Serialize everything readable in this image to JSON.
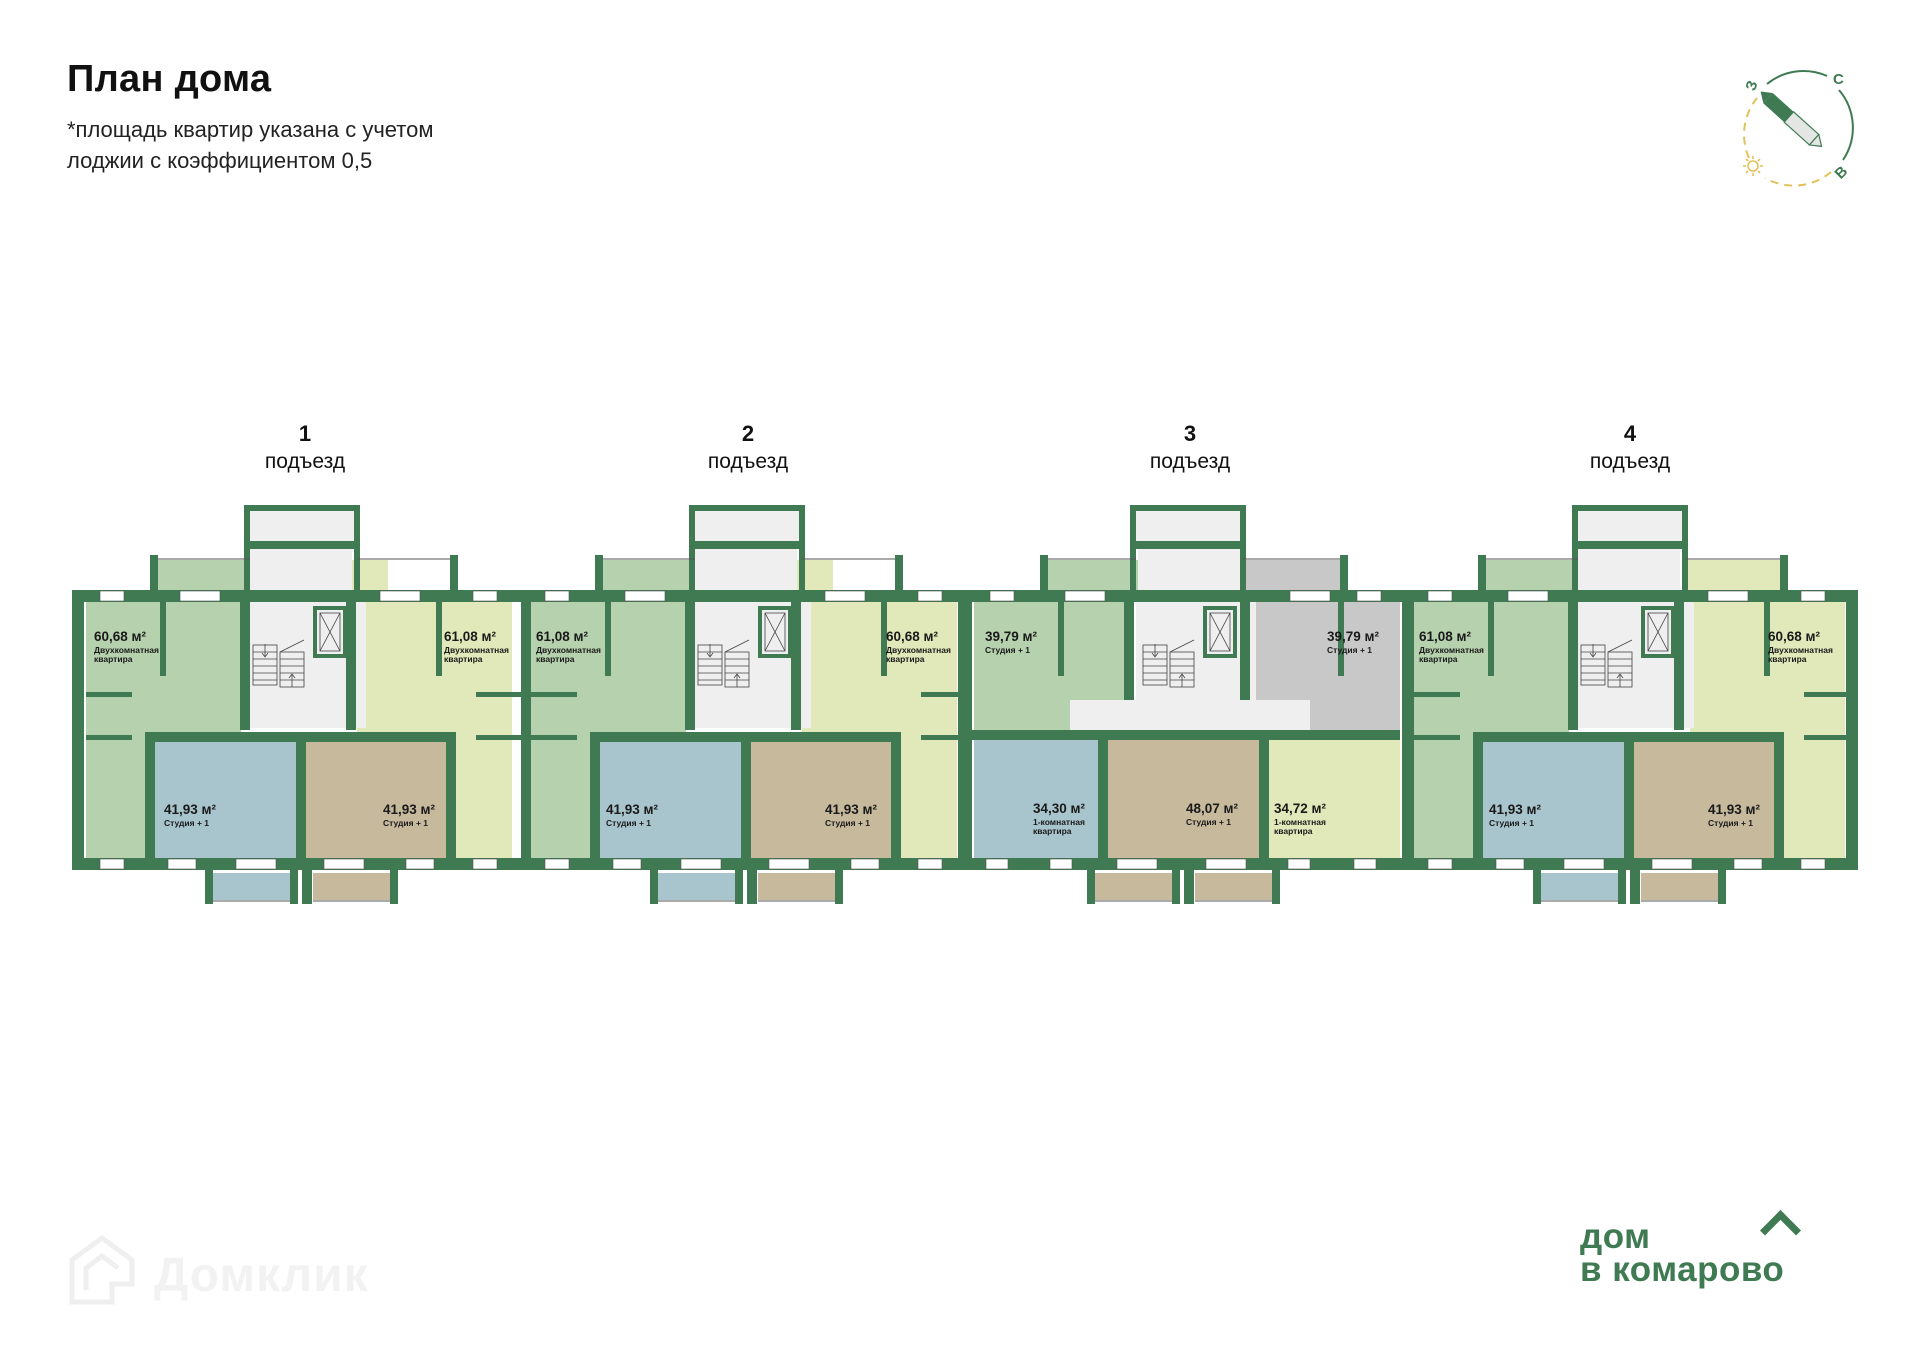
{
  "header": {
    "title": "План дома",
    "subtitle_line1": "*площадь квартир указана с учетом",
    "subtitle_line2": "лоджии с коэффициентом 0,5"
  },
  "compass": {
    "north": "С",
    "west": "З",
    "east": "В",
    "sun_icon": "sun-icon"
  },
  "colors": {
    "wall": "#3f7a52",
    "common_area": "#efefef",
    "apt_green": "#b5d1ad",
    "apt_yellow": "#e1e8b9",
    "apt_blue": "#a8c4cc",
    "apt_tan": "#c6b99c",
    "apt_gray": "#c8c8c8",
    "logo_green": "#3f7a52",
    "sun_yellow": "#e3c15a"
  },
  "entrances": [
    {
      "number": "1",
      "label": "подъезд",
      "apartments": [
        {
          "area": "60,68 м²",
          "type": "Двухкомнатная квартира",
          "color": "green"
        },
        {
          "area": "61,08 м²",
          "type": "Двухкомнатная квартира",
          "color": "yellow"
        },
        {
          "area": "41,93 м²",
          "type": "Студия + 1",
          "color": "blue"
        },
        {
          "area": "41,93 м²",
          "type": "Студия + 1",
          "color": "tan"
        }
      ]
    },
    {
      "number": "2",
      "label": "подъезд",
      "apartments": [
        {
          "area": "61,08 м²",
          "type": "Двухкомнатная квартира",
          "color": "green"
        },
        {
          "area": "60,68 м²",
          "type": "Двухкомнатная квартира",
          "color": "yellow"
        },
        {
          "area": "41,93 м²",
          "type": "Студия + 1",
          "color": "blue"
        },
        {
          "area": "41,93 м²",
          "type": "Студия + 1",
          "color": "tan"
        }
      ]
    },
    {
      "number": "3",
      "label": "подъезд",
      "apartments": [
        {
          "area": "39,79 м²",
          "type": "Студия + 1",
          "color": "green"
        },
        {
          "area": "39,79 м²",
          "type": "Студия + 1",
          "color": "gray"
        },
        {
          "area": "34,30 м²",
          "type": "1-комнатная квартира",
          "color": "blue"
        },
        {
          "area": "48,07 м²",
          "type": "Студия + 1",
          "color": "tan"
        },
        {
          "area": "34,72 м²",
          "type": "1-комнатная квартира",
          "color": "yellow"
        }
      ]
    },
    {
      "number": "4",
      "label": "подъезд",
      "apartments": [
        {
          "area": "61,08 м²",
          "type": "Двухкомнатная квартира",
          "color": "green"
        },
        {
          "area": "60,68 м²",
          "type": "Двухкомнатная квартира",
          "color": "yellow"
        },
        {
          "area": "41,93 м²",
          "type": "Студия + 1",
          "color": "blue"
        },
        {
          "area": "41,93 м²",
          "type": "Студия + 1",
          "color": "tan"
        }
      ]
    }
  ],
  "logos": {
    "watermark": "Домклик",
    "brand_line1": "дом",
    "brand_line2": "в комарово"
  }
}
